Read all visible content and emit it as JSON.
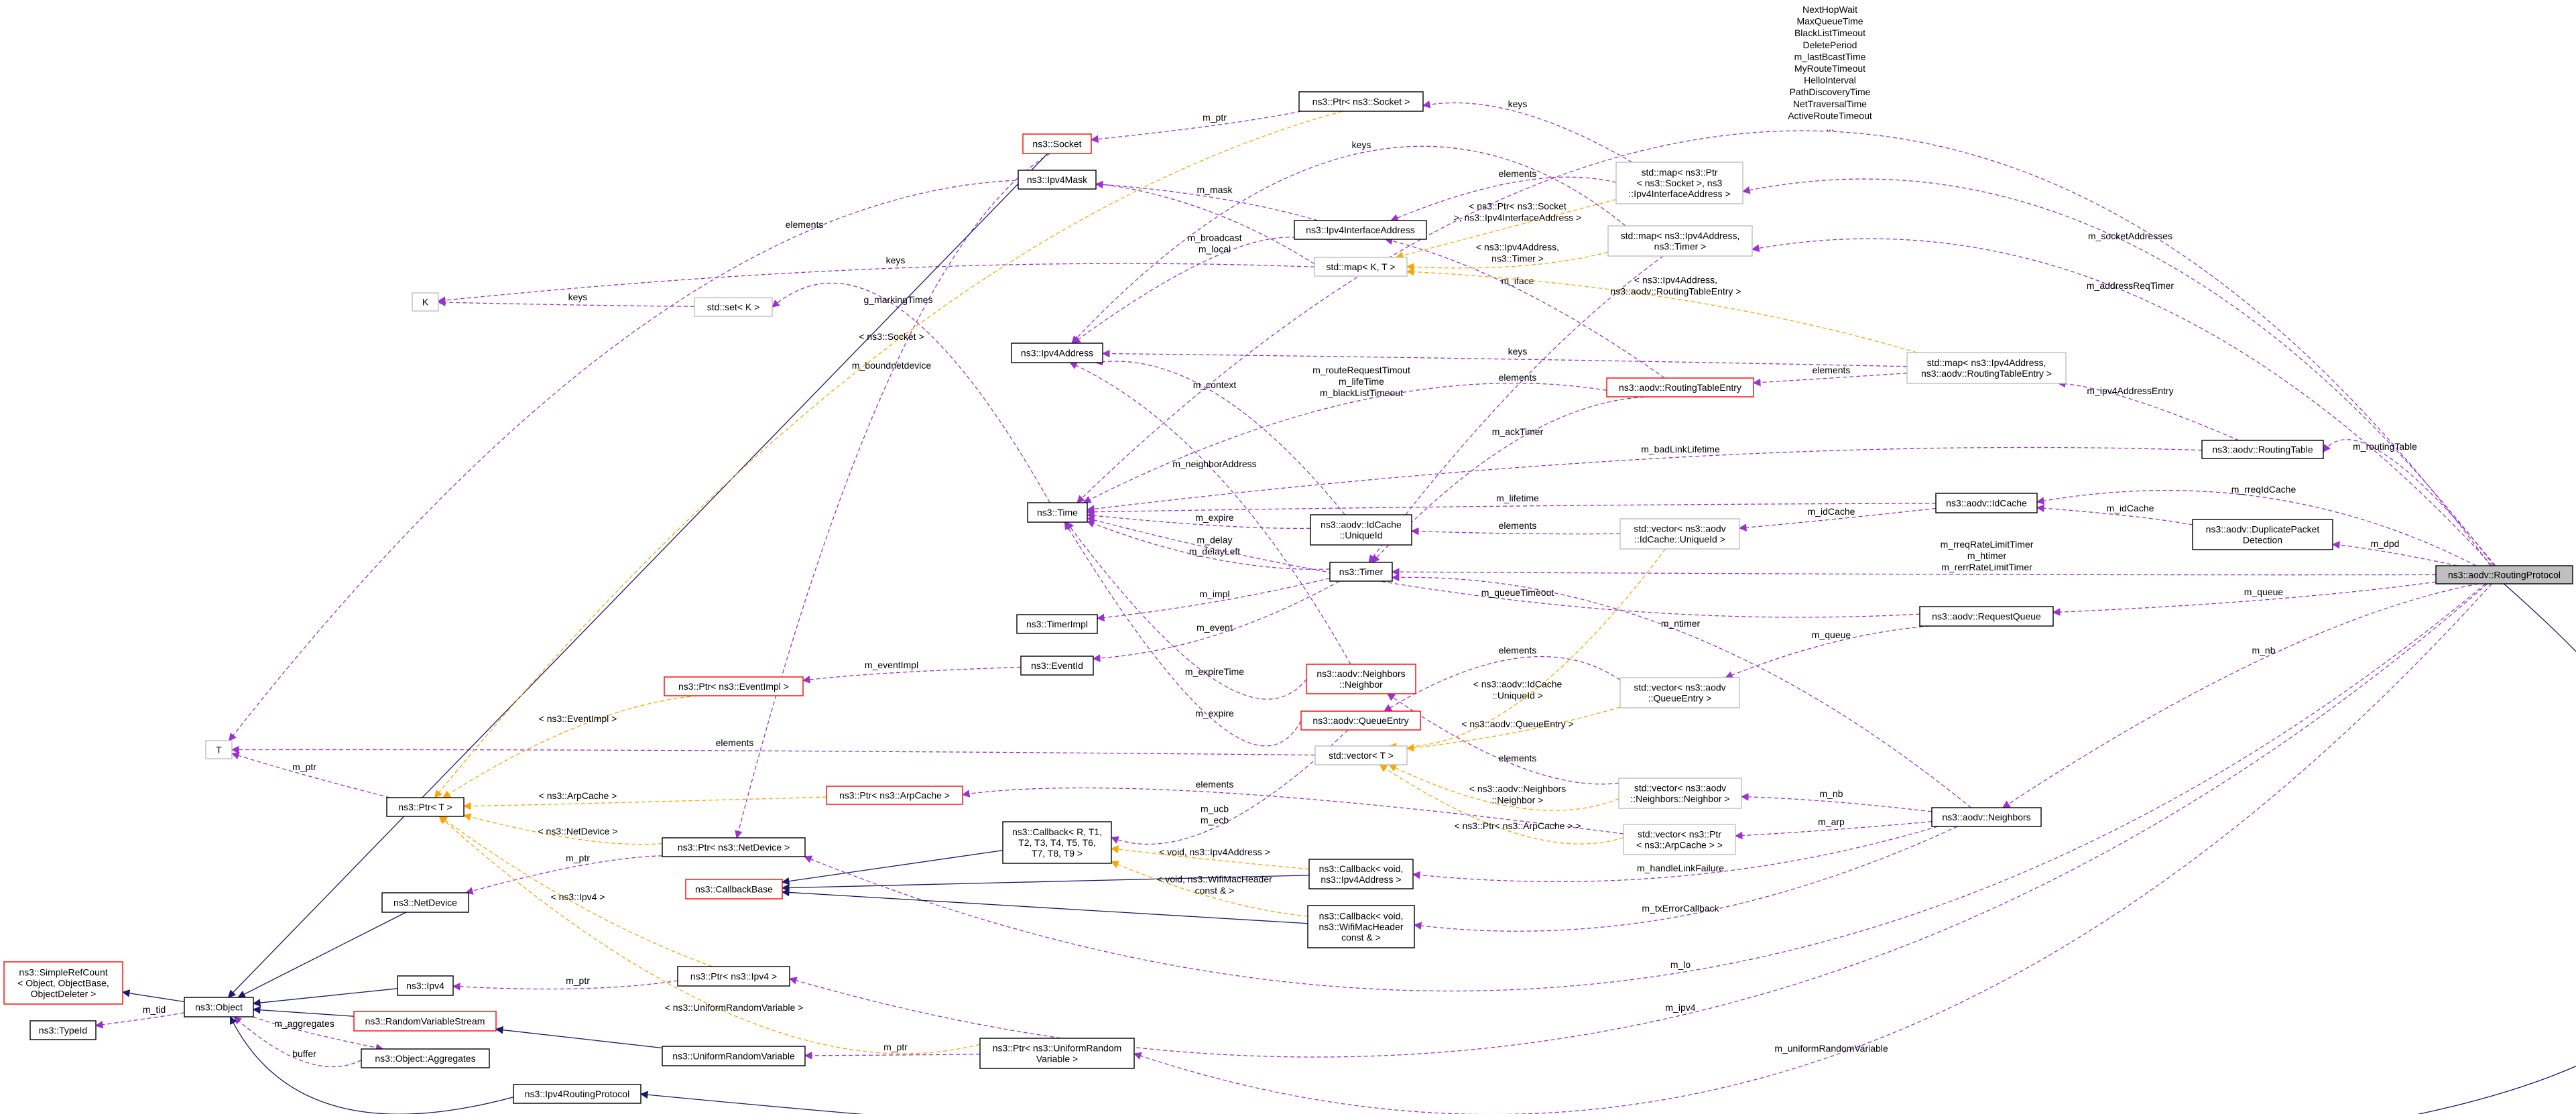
{
  "title": "ns3::aodv::RoutingProtocol collaboration graph",
  "colors": {
    "usage": "#9a32cd",
    "template": "#ffa500",
    "inherit": "#191970",
    "incomplete_border": "#ff0000",
    "focus_fill": "#bfbfbf"
  },
  "nodes": [
    {
      "id": "rp",
      "style": "focus",
      "label": [
        "ns3::aodv::RoutingProtocol"
      ]
    },
    {
      "id": "ipv4rp",
      "style": "normal",
      "label": [
        "ns3::Ipv4RoutingProtocol"
      ]
    },
    {
      "id": "object",
      "style": "normal",
      "label": [
        "ns3::Object"
      ]
    },
    {
      "id": "simplerefcount",
      "style": "red",
      "label": [
        "ns3::SimpleRefCount",
        "< Object, ObjectBase,",
        "ObjectDeleter >"
      ]
    },
    {
      "id": "typeid",
      "style": "normal",
      "label": [
        "ns3::TypeId"
      ]
    },
    {
      "id": "aggregates",
      "style": "normal",
      "label": [
        "ns3::Object::Aggregates"
      ]
    },
    {
      "id": "rvs",
      "style": "red",
      "label": [
        "ns3::RandomVariableStream"
      ]
    },
    {
      "id": "ipv4",
      "style": "normal",
      "label": [
        "ns3::Ipv4"
      ]
    },
    {
      "id": "netdevice",
      "style": "normal",
      "label": [
        "ns3::NetDevice"
      ]
    },
    {
      "id": "ptrT",
      "style": "normal",
      "label": [
        "ns3::Ptr< T >"
      ]
    },
    {
      "id": "T",
      "style": "gray",
      "label": [
        "T"
      ]
    },
    {
      "id": "K",
      "style": "gray",
      "label": [
        "K"
      ]
    },
    {
      "id": "setK",
      "style": "gray",
      "label": [
        "std::set< K >"
      ]
    },
    {
      "id": "socket",
      "style": "red",
      "label": [
        "ns3::Socket"
      ]
    },
    {
      "id": "ptrSocket",
      "style": "normal",
      "label": [
        "ns3::Ptr< ns3::Socket >"
      ]
    },
    {
      "id": "ipv4mask",
      "style": "normal",
      "label": [
        "ns3::Ipv4Mask"
      ]
    },
    {
      "id": "iia",
      "style": "normal",
      "label": [
        "ns3::Ipv4InterfaceAddress"
      ]
    },
    {
      "id": "mapKT",
      "style": "gray",
      "label": [
        "std::map< K, T >"
      ]
    },
    {
      "id": "ipv4addr",
      "style": "normal",
      "label": [
        "ns3::Ipv4Address"
      ]
    },
    {
      "id": "time",
      "style": "normal",
      "label": [
        "ns3::Time"
      ]
    },
    {
      "id": "uniqueId",
      "style": "normal",
      "label": [
        "ns3::aodv::IdCache",
        "::UniqueId"
      ]
    },
    {
      "id": "timer",
      "style": "normal",
      "label": [
        "ns3::Timer"
      ]
    },
    {
      "id": "timerimpl",
      "style": "normal",
      "label": [
        "ns3::TimerImpl"
      ]
    },
    {
      "id": "eventid",
      "style": "normal",
      "label": [
        "ns3::EventId"
      ]
    },
    {
      "id": "ptrEventImpl",
      "style": "red",
      "label": [
        "ns3::Ptr< ns3::EventImpl >"
      ]
    },
    {
      "id": "neighbor",
      "style": "red",
      "label": [
        "ns3::aodv::Neighbors",
        "::Neighbor"
      ]
    },
    {
      "id": "queueentry",
      "style": "red",
      "label": [
        "ns3::aodv::QueueEntry"
      ]
    },
    {
      "id": "vectorT",
      "style": "gray",
      "label": [
        "std::vector< T >"
      ]
    },
    {
      "id": "ptrArpCache",
      "style": "red",
      "label": [
        "ns3::Ptr< ns3::ArpCache >"
      ]
    },
    {
      "id": "ptrNetDevice",
      "style": "normal",
      "label": [
        "ns3::Ptr< ns3::NetDevice >"
      ]
    },
    {
      "id": "callbackBase",
      "style": "red",
      "label": [
        "ns3::CallbackBase"
      ]
    },
    {
      "id": "callbackR",
      "style": "normal",
      "label": [
        "ns3::Callback< R, T1,",
        "T2, T3, T4, T5, T6,",
        "T7, T8, T9 >"
      ]
    },
    {
      "id": "cbIpv4",
      "style": "normal",
      "label": [
        "ns3::Callback< void,",
        "ns3::Ipv4Address >"
      ]
    },
    {
      "id": "cbWifi",
      "style": "normal",
      "label": [
        "ns3::Callback< void,",
        "ns3::WifiMacHeader",
        "const & >"
      ]
    },
    {
      "id": "ptrIpv4",
      "style": "normal",
      "label": [
        "ns3::Ptr< ns3::Ipv4 >"
      ]
    },
    {
      "id": "urv",
      "style": "normal",
      "label": [
        "ns3::UniformRandomVariable"
      ]
    },
    {
      "id": "ptrURV",
      "style": "normal",
      "label": [
        "ns3::Ptr< ns3::UniformRandom",
        "Variable >"
      ]
    },
    {
      "id": "mapSockIIA",
      "style": "gray",
      "label": [
        "std::map< ns3::Ptr",
        "< ns3::Socket >, ns3",
        "::Ipv4InterfaceAddress >"
      ]
    },
    {
      "id": "mapAddrTimer",
      "style": "gray",
      "label": [
        "std::map< ns3::Ipv4Address,",
        "ns3::Timer >"
      ]
    },
    {
      "id": "rte",
      "style": "red",
      "label": [
        "ns3::aodv::RoutingTableEntry"
      ]
    },
    {
      "id": "mapAddrRTE",
      "style": "gray",
      "label": [
        "std::map< ns3::Ipv4Address,",
        "ns3::aodv::RoutingTableEntry >"
      ]
    },
    {
      "id": "routingTable",
      "style": "normal",
      "label": [
        "ns3::aodv::RoutingTable"
      ]
    },
    {
      "id": "idCache",
      "style": "normal",
      "label": [
        "ns3::aodv::IdCache"
      ]
    },
    {
      "id": "dpd",
      "style": "normal",
      "label": [
        "ns3::aodv::DuplicatePacket",
        "Detection"
      ]
    },
    {
      "id": "vecUniqueId",
      "style": "gray",
      "label": [
        "std::vector< ns3::aodv",
        "::IdCache::UniqueId >"
      ]
    },
    {
      "id": "requestQueue",
      "style": "normal",
      "label": [
        "ns3::aodv::RequestQueue"
      ]
    },
    {
      "id": "vecQueueEntry",
      "style": "gray",
      "label": [
        "std::vector< ns3::aodv",
        "::QueueEntry >"
      ]
    },
    {
      "id": "vecNeighbor",
      "style": "gray",
      "label": [
        "std::vector< ns3::aodv",
        "::Neighbors::Neighbor >"
      ]
    },
    {
      "id": "vecPtrArp",
      "style": "gray",
      "label": [
        "std::vector< ns3::Ptr",
        "< ns3::ArpCache > >"
      ]
    },
    {
      "id": "neighbors",
      "style": "normal",
      "label": [
        "ns3::aodv::Neighbors"
      ]
    }
  ],
  "edges": [
    {
      "from": "object",
      "to": "typeid",
      "kind": "usage",
      "label": [
        "m_tid"
      ]
    },
    {
      "from": "object",
      "to": "aggregates",
      "kind": "usage",
      "label": [
        "m_aggregates"
      ]
    },
    {
      "from": "aggregates",
      "to": "object",
      "kind": "usage",
      "label": [
        "buffer"
      ]
    },
    {
      "from": "ptrT",
      "to": "T",
      "kind": "usage",
      "label": [
        "m_ptr"
      ]
    },
    {
      "from": "ptrNetDevice",
      "to": "netdevice",
      "kind": "usage",
      "label": [
        "m_ptr"
      ]
    },
    {
      "from": "ptrIpv4",
      "to": "ipv4",
      "kind": "usage",
      "label": [
        "m_ptr"
      ]
    },
    {
      "from": "ptrURV",
      "to": "urv",
      "kind": "usage",
      "label": [
        "m_ptr"
      ]
    },
    {
      "from": "ptrSocket",
      "to": "socket",
      "kind": "usage",
      "label": [
        "m_ptr"
      ]
    },
    {
      "from": "eventid",
      "to": "ptrEventImpl",
      "kind": "usage",
      "label": [
        "m_eventImpl"
      ]
    },
    {
      "from": "socket",
      "to": "ptrNetDevice",
      "kind": "usage",
      "label": [
        "m_boundnetdevice"
      ]
    },
    {
      "from": "mapKT",
      "to": "K",
      "kind": "usage",
      "label": [
        "keys"
      ]
    },
    {
      "from": "mapKT",
      "to": "T",
      "kind": "usage",
      "label": [
        "elements"
      ]
    },
    {
      "from": "setK",
      "to": "K",
      "kind": "usage",
      "label": [
        "keys"
      ]
    },
    {
      "from": "time",
      "to": "setK",
      "kind": "usage",
      "label": [
        "g_markingTimes"
      ]
    },
    {
      "from": "vectorT",
      "to": "T",
      "kind": "usage",
      "label": [
        "elements"
      ]
    },
    {
      "from": "iia",
      "to": "ipv4mask",
      "kind": "usage",
      "label": [
        "m_mask"
      ]
    },
    {
      "from": "iia",
      "to": "ipv4addr",
      "kind": "usage",
      "label": [
        "m_broadcast",
        "m_local"
      ]
    },
    {
      "from": "mapSockIIA",
      "to": "ptrSocket",
      "kind": "usage",
      "label": [
        "keys"
      ]
    },
    {
      "from": "mapSockIIA",
      "to": "iia",
      "kind": "usage",
      "label": [
        "elements"
      ]
    },
    {
      "from": "mapAddrTimer",
      "to": "ipv4addr",
      "kind": "usage",
      "label": [
        "keys"
      ]
    },
    {
      "from": "mapAddrTimer",
      "to": "timer",
      "kind": "usage",
      "label": [
        "elements"
      ]
    },
    {
      "from": "mapAddrRTE",
      "to": "ipv4addr",
      "kind": "usage",
      "label": [
        "keys"
      ]
    },
    {
      "from": "mapAddrRTE",
      "to": "rte",
      "kind": "usage",
      "label": [
        "elements"
      ]
    },
    {
      "from": "rte",
      "to": "iia",
      "kind": "usage",
      "label": [
        "m_iface"
      ]
    },
    {
      "from": "rte",
      "to": "time",
      "kind": "usage",
      "label": [
        "m_routeRequestTimout",
        "m_lifeTime",
        "m_blackListTimeout"
      ]
    },
    {
      "from": "rte",
      "to": "timer",
      "kind": "usage",
      "label": [
        "m_ackTimer"
      ]
    },
    {
      "from": "routingTable",
      "to": "mapAddrRTE",
      "kind": "usage",
      "label": [
        "m_ipv4AddressEntry"
      ]
    },
    {
      "from": "routingTable",
      "to": "time",
      "kind": "usage",
      "label": [
        "m_badLinkLifetime"
      ]
    },
    {
      "from": "uniqueId",
      "to": "ipv4addr",
      "kind": "usage",
      "label": [
        "m_context"
      ]
    },
    {
      "from": "uniqueId",
      "to": "time",
      "kind": "usage",
      "label": [
        "m_expire"
      ]
    },
    {
      "from": "idCache",
      "to": "time",
      "kind": "usage",
      "label": [
        "m_lifetime"
      ]
    },
    {
      "from": "idCache",
      "to": "vecUniqueId",
      "kind": "usage",
      "label": [
        "m_idCache"
      ]
    },
    {
      "from": "vecUniqueId",
      "to": "uniqueId",
      "kind": "usage",
      "label": [
        "elements"
      ]
    },
    {
      "from": "timer",
      "to": "time",
      "kind": "usage",
      "label": [
        "m_delay",
        "m_delayLeft"
      ]
    },
    {
      "from": "timer",
      "to": "timerimpl",
      "kind": "usage",
      "label": [
        "m_impl"
      ]
    },
    {
      "from": "timer",
      "to": "eventid",
      "kind": "usage",
      "label": [
        "m_event"
      ]
    },
    {
      "from": "neighbor",
      "to": "time",
      "kind": "usage",
      "label": [
        "m_expireTime"
      ]
    },
    {
      "from": "neighbor",
      "to": "ipv4addr",
      "kind": "usage",
      "label": [
        "m_neighborAddress"
      ]
    },
    {
      "from": "queueentry",
      "to": "time",
      "kind": "usage",
      "label": [
        "m_expire"
      ]
    },
    {
      "from": "queueentry",
      "to": "callbackR",
      "kind": "usage",
      "label": [
        "m_ucb",
        "m_ecb"
      ]
    },
    {
      "from": "vecQueueEntry",
      "to": "queueentry",
      "kind": "usage",
      "label": [
        "elements"
      ]
    },
    {
      "from": "vecNeighbor",
      "to": "neighbor",
      "kind": "usage",
      "label": [
        "elements"
      ]
    },
    {
      "from": "vecPtrArp",
      "to": "ptrArpCache",
      "kind": "usage",
      "label": [
        "elements"
      ]
    },
    {
      "from": "requestQueue",
      "to": "time",
      "kind": "usage",
      "label": [
        "m_queueTimeout"
      ]
    },
    {
      "from": "requestQueue",
      "to": "vecQueueEntry",
      "kind": "usage",
      "label": [
        "m_queue"
      ]
    },
    {
      "from": "neighbors",
      "to": "timer",
      "kind": "usage",
      "label": [
        "m_ntimer"
      ]
    },
    {
      "from": "neighbors",
      "to": "vecNeighbor",
      "kind": "usage",
      "label": [
        "m_nb"
      ]
    },
    {
      "from": "neighbors",
      "to": "vecPtrArp",
      "kind": "usage",
      "label": [
        "m_arp"
      ]
    },
    {
      "from": "neighbors",
      "to": "cbIpv4",
      "kind": "usage",
      "label": [
        "m_handleLinkFailure"
      ]
    },
    {
      "from": "neighbors",
      "to": "cbWifi",
      "kind": "usage",
      "label": [
        "m_txErrorCallback"
      ]
    },
    {
      "from": "dpd",
      "to": "idCache",
      "kind": "usage",
      "label": [
        "m_idCache"
      ]
    },
    {
      "from": "rp",
      "to": "time",
      "kind": "usage",
      "label": [
        "NextHopWait",
        "MaxQueueTime",
        "BlackListTimeout",
        "DeletePeriod",
        "m_lastBcastTime",
        "MyRouteTimeout",
        "HelloInterval",
        "PathDiscoveryTime",
        "NetTraversalTime",
        "ActiveRouteTimeout",
        "..."
      ]
    },
    {
      "from": "rp",
      "to": "mapSockIIA",
      "kind": "usage",
      "label": [
        "m_socketAddresses"
      ]
    },
    {
      "from": "rp",
      "to": "mapAddrTimer",
      "kind": "usage",
      "label": [
        "m_addressReqTimer"
      ]
    },
    {
      "from": "rp",
      "to": "routingTable",
      "kind": "usage",
      "label": [
        "m_routingTable"
      ]
    },
    {
      "from": "rp",
      "to": "idCache",
      "kind": "usage",
      "label": [
        "m_rreqIdCache"
      ]
    },
    {
      "from": "rp",
      "to": "dpd",
      "kind": "usage",
      "label": [
        "m_dpd"
      ]
    },
    {
      "from": "rp",
      "to": "timer",
      "kind": "usage",
      "label": [
        "m_rreqRateLimitTimer",
        "m_htimer",
        "m_rerrRateLimitTimer"
      ]
    },
    {
      "from": "rp",
      "to": "requestQueue",
      "kind": "usage",
      "label": [
        "m_queue"
      ]
    },
    {
      "from": "rp",
      "to": "neighbors",
      "kind": "usage",
      "label": [
        "m_nb"
      ]
    },
    {
      "from": "rp",
      "to": "ptrNetDevice",
      "kind": "usage",
      "label": [
        "m_lo"
      ]
    },
    {
      "from": "rp",
      "to": "ptrIpv4",
      "kind": "usage",
      "label": [
        "m_ipv4"
      ]
    },
    {
      "from": "rp",
      "to": "ptrURV",
      "kind": "usage",
      "label": [
        "m_uniformRandomVariable"
      ]
    },
    {
      "from": "socket",
      "to": "object",
      "kind": "inherit",
      "label": []
    },
    {
      "from": "netdevice",
      "to": "object",
      "kind": "inherit",
      "label": []
    },
    {
      "from": "ipv4",
      "to": "object",
      "kind": "inherit",
      "label": []
    },
    {
      "from": "rvs",
      "to": "object",
      "kind": "inherit",
      "label": []
    },
    {
      "from": "urv",
      "to": "rvs",
      "kind": "inherit",
      "label": []
    },
    {
      "from": "object",
      "to": "simplerefcount",
      "kind": "inherit",
      "label": []
    },
    {
      "from": "ipv4rp",
      "to": "object",
      "kind": "inherit",
      "label": []
    },
    {
      "from": "rp",
      "to": "ipv4rp",
      "kind": "inherit",
      "label": []
    },
    {
      "from": "callbackR",
      "to": "callbackBase",
      "kind": "inherit",
      "label": []
    },
    {
      "from": "cbIpv4",
      "to": "callbackBase",
      "kind": "inherit",
      "label": []
    },
    {
      "from": "cbWifi",
      "to": "callbackBase",
      "kind": "inherit",
      "label": []
    },
    {
      "from": "ptrSocket",
      "to": "ptrT",
      "kind": "template",
      "label": [
        "< ns3::Socket >"
      ]
    },
    {
      "from": "ptrEventImpl",
      "to": "ptrT",
      "kind": "template",
      "label": [
        "< ns3::EventImpl >"
      ]
    },
    {
      "from": "ptrArpCache",
      "to": "ptrT",
      "kind": "template",
      "label": [
        "< ns3::ArpCache >"
      ]
    },
    {
      "from": "ptrNetDevice",
      "to": "ptrT",
      "kind": "template",
      "label": [
        "< ns3::NetDevice >"
      ]
    },
    {
      "from": "ptrIpv4",
      "to": "ptrT",
      "kind": "template",
      "label": [
        "< ns3::Ipv4 >"
      ]
    },
    {
      "from": "ptrURV",
      "to": "ptrT",
      "kind": "template",
      "label": [
        "< ns3::UniformRandomVariable >"
      ]
    },
    {
      "from": "mapSockIIA",
      "to": "mapKT",
      "kind": "template",
      "label": [
        "< ns3::Ptr< ns3::Socket",
        ">, ns3::Ipv4InterfaceAddress >"
      ]
    },
    {
      "from": "mapAddrTimer",
      "to": "mapKT",
      "kind": "template",
      "label": [
        "< ns3::Ipv4Address,",
        "ns3::Timer >"
      ]
    },
    {
      "from": "mapAddrRTE",
      "to": "mapKT",
      "kind": "template",
      "label": [
        "< ns3::Ipv4Address,",
        "ns3::aodv::RoutingTableEntry >"
      ]
    },
    {
      "from": "vecUniqueId",
      "to": "vectorT",
      "kind": "template",
      "label": [
        "< ns3::aodv::IdCache",
        "::UniqueId >"
      ]
    },
    {
      "from": "vecQueueEntry",
      "to": "vectorT",
      "kind": "template",
      "label": [
        "< ns3::aodv::QueueEntry >"
      ]
    },
    {
      "from": "vecNeighbor",
      "to": "vectorT",
      "kind": "template",
      "label": [
        "< ns3::aodv::Neighbors",
        "::Neighbor >"
      ]
    },
    {
      "from": "vecPtrArp",
      "to": "vectorT",
      "kind": "template",
      "label": [
        "< ns3::Ptr< ns3::ArpCache > >"
      ]
    },
    {
      "from": "cbIpv4",
      "to": "callbackR",
      "kind": "template",
      "label": [
        "< void, ns3::Ipv4Address >"
      ]
    },
    {
      "from": "cbWifi",
      "to": "callbackR",
      "kind": "template",
      "label": [
        "< void, ns3::WifiMacHeader",
        "const & >"
      ]
    }
  ]
}
